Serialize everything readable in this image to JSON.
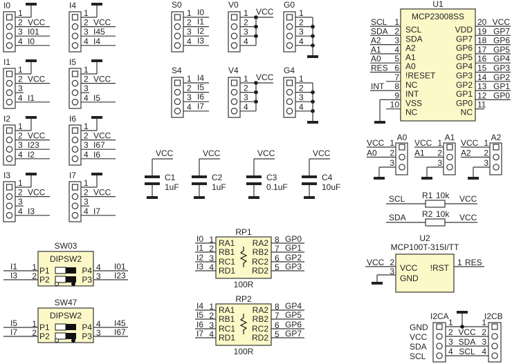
{
  "colors": {
    "wire": "#333333",
    "component_fill": "#fdf8c8",
    "ground": "#222222"
  },
  "pin_numbers": [
    "1",
    "2",
    "3",
    "4"
  ],
  "left_headers": [
    {
      "ref": "I0",
      "nets": [
        "VCC",
        "I01",
        "I0"
      ]
    },
    {
      "ref": "I1",
      "nets": [
        "VCC",
        "",
        "I1"
      ]
    },
    {
      "ref": "I2",
      "nets": [
        "VCC",
        "I23",
        "I2"
      ]
    },
    {
      "ref": "I3",
      "nets": [
        "VCC",
        "",
        "I3"
      ]
    },
    {
      "ref": "I4",
      "nets": [
        "VCC",
        "I45",
        "I4"
      ]
    },
    {
      "ref": "I5",
      "nets": [
        "VCC",
        "",
        "I5"
      ]
    },
    {
      "ref": "I6",
      "nets": [
        "VCC",
        "I67",
        "I6"
      ]
    },
    {
      "ref": "I7",
      "nets": [
        "VCC",
        "",
        "I7"
      ]
    }
  ],
  "select_headers": [
    {
      "ref": "S0",
      "nets": [
        "I0",
        "I1",
        "I2",
        "I3"
      ]
    },
    {
      "ref": "S4",
      "nets": [
        "I4",
        "I5",
        "I6",
        "I7"
      ]
    }
  ],
  "vcc_headers": [
    {
      "ref": "V0",
      "net": "VCC"
    },
    {
      "ref": "V4",
      "net": "VCC"
    }
  ],
  "gnd_headers": [
    {
      "ref": "G0"
    },
    {
      "ref": "G4"
    }
  ],
  "capacitors": [
    {
      "ref": "C1",
      "value": "1uF",
      "net": "VCC"
    },
    {
      "ref": "C2",
      "value": "1uF",
      "net": "VCC"
    },
    {
      "ref": "C3",
      "value": "0.1uF",
      "net": "VCC"
    },
    {
      "ref": "C4",
      "value": "10uF",
      "net": "VCC"
    }
  ],
  "u1": {
    "ref": "U1",
    "part": "MCP23008SS",
    "left": [
      {
        "num": "1",
        "pin": "SCL",
        "net": "SCL"
      },
      {
        "num": "2",
        "pin": "SDA",
        "net": "SDA"
      },
      {
        "num": "3",
        "pin": "A2",
        "net": "A2"
      },
      {
        "num": "4",
        "pin": "A1",
        "net": "A1"
      },
      {
        "num": "5",
        "pin": "A0",
        "net": "A0"
      },
      {
        "num": "6",
        "pin": "!RESET",
        "net": "RES"
      },
      {
        "num": "7",
        "pin": "NC",
        "net": ""
      },
      {
        "num": "8",
        "pin": "INT",
        "net": "INT"
      },
      {
        "num": "9",
        "pin": "VSS",
        "net": ""
      },
      {
        "num": "10",
        "pin": "NC",
        "net": ""
      }
    ],
    "right": [
      {
        "num": "20",
        "pin": "VDD",
        "net": "VCC"
      },
      {
        "num": "19",
        "pin": "GP7",
        "net": "GP7"
      },
      {
        "num": "18",
        "pin": "GP6",
        "net": "GP6"
      },
      {
        "num": "17",
        "pin": "GP5",
        "net": "GP5"
      },
      {
        "num": "16",
        "pin": "GP4",
        "net": "GP4"
      },
      {
        "num": "15",
        "pin": "GP3",
        "net": "GP3"
      },
      {
        "num": "14",
        "pin": "GP2",
        "net": "GP2"
      },
      {
        "num": "13",
        "pin": "GP1",
        "net": "GP1"
      },
      {
        "num": "12",
        "pin": "GP0",
        "net": "GP0"
      },
      {
        "num": "11",
        "pin": "NC",
        "net": ""
      }
    ]
  },
  "address_jumpers": [
    {
      "ref": "A0",
      "nets": [
        "VCC",
        "A0"
      ]
    },
    {
      "ref": "A1",
      "nets": [
        "VCC",
        "A1"
      ]
    },
    {
      "ref": "A2",
      "nets": [
        "VCC",
        "A2"
      ]
    }
  ],
  "resistors": [
    {
      "ref": "R1",
      "value": "10k",
      "left": "SCL",
      "right": "VCC"
    },
    {
      "ref": "R2",
      "value": "10k",
      "left": "SDA",
      "right": "VCC"
    }
  ],
  "u2": {
    "ref": "U2",
    "part": "MCP100T-315I/TT",
    "vcc": {
      "num": "2",
      "pin": "VCC",
      "net": "VCC"
    },
    "gnd": {
      "num": "3",
      "pin": "GND"
    },
    "rst": {
      "num": "1",
      "pin": "!RST",
      "net": "RES"
    }
  },
  "dip_switches": [
    {
      "ref": "SW03",
      "part": "DIPSW2",
      "left": [
        {
          "num": "1",
          "pin": "P1",
          "net": "I1"
        },
        {
          "num": "2",
          "pin": "P2",
          "net": "I3"
        }
      ],
      "right": [
        {
          "num": "4",
          "pin": "P4",
          "net": "I01"
        },
        {
          "num": "3",
          "pin": "P3",
          "net": "I23"
        }
      ]
    },
    {
      "ref": "SW47",
      "part": "DIPSW2",
      "left": [
        {
          "num": "1",
          "pin": "P1",
          "net": "I5"
        },
        {
          "num": "2",
          "pin": "P2",
          "net": "I7"
        }
      ],
      "right": [
        {
          "num": "4",
          "pin": "P4",
          "net": "I45"
        },
        {
          "num": "3",
          "pin": "P3",
          "net": "I67"
        }
      ]
    }
  ],
  "resistor_packs": [
    {
      "ref": "RP1",
      "value": "100R",
      "left": [
        {
          "num": "1",
          "pin": "RA1",
          "net": "I0"
        },
        {
          "num": "2",
          "pin": "RB1",
          "net": "I1"
        },
        {
          "num": "3",
          "pin": "RC1",
          "net": "I2"
        },
        {
          "num": "4",
          "pin": "RD1",
          "net": "I3"
        }
      ],
      "right": [
        {
          "num": "8",
          "pin": "RA2",
          "net": "GP0"
        },
        {
          "num": "7",
          "pin": "RB2",
          "net": "GP1"
        },
        {
          "num": "6",
          "pin": "RC2",
          "net": "GP2"
        },
        {
          "num": "5",
          "pin": "RD2",
          "net": "GP3"
        }
      ]
    },
    {
      "ref": "RP2",
      "value": "100R",
      "left": [
        {
          "num": "1",
          "pin": "RA1",
          "net": "I4"
        },
        {
          "num": "2",
          "pin": "RB1",
          "net": "I5"
        },
        {
          "num": "3",
          "pin": "RC1",
          "net": "I6"
        },
        {
          "num": "4",
          "pin": "RD1",
          "net": "I7"
        }
      ],
      "right": [
        {
          "num": "8",
          "pin": "RA2",
          "net": "GP4"
        },
        {
          "num": "7",
          "pin": "RB2",
          "net": "GP5"
        },
        {
          "num": "6",
          "pin": "RC2",
          "net": "GP6"
        },
        {
          "num": "5",
          "pin": "RD2",
          "net": "GP7"
        }
      ]
    }
  ],
  "i2c": {
    "left_ref": "I2CA",
    "right_ref": "I2CB",
    "side_labels": [
      "GND",
      "VCC",
      "SDA",
      "SCL"
    ],
    "nets": [
      "",
      "VCC",
      "SDA",
      "SCL"
    ]
  }
}
